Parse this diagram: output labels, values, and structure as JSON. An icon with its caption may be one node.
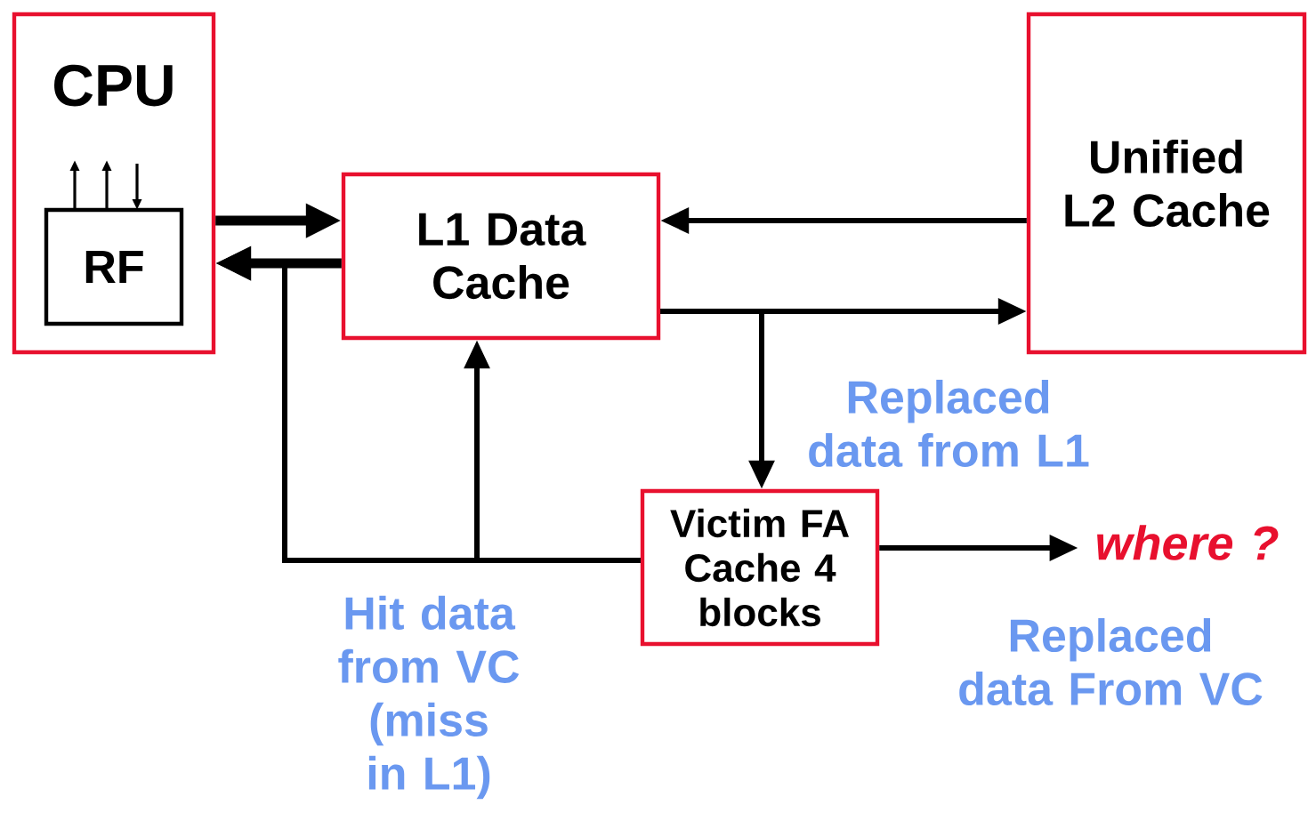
{
  "diagram": {
    "nodes": [
      {
        "text": [
          "CPU"
        ]
      },
      {
        "text": [
          "RF"
        ],
        "in": 0
      },
      {
        "text": [
          "L1 Data Cache"
        ]
      },
      {
        "text": [
          "Unified L2 Cache"
        ]
      },
      {
        "text": [
          "Victim FA Cache 4 blocks"
        ]
      },
      {
        "text": [
          "where ?"
        ]
      }
    ],
    "edges": [
      {
        "from": 0,
        "to": 2,
        "arrow": "to",
        "style": "thick"
      },
      {
        "from": 2,
        "to": 0,
        "arrow": "to",
        "style": "thick"
      },
      {
        "from": 3,
        "to": 2,
        "arrow": "to"
      },
      {
        "from": 2,
        "to": 3,
        "arrow": "to"
      },
      {
        "from": 2,
        "to": 4,
        "arrow": "to",
        "label": "Replaced data from L1"
      },
      {
        "from": 4,
        "to": 5,
        "arrow": "to",
        "label": "Replaced data From VC"
      },
      {
        "from": 4,
        "to": 2,
        "arrow": "to"
      },
      {
        "from": 4,
        "to": 0,
        "arrow": "to",
        "label": "Hit data from VC (miss in L1)"
      }
    ]
  }
}
